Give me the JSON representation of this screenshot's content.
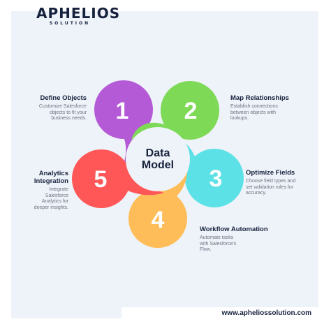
{
  "brand": {
    "name": "APHELIOS",
    "tagline": "SOLUTION"
  },
  "center": {
    "line1": "Data",
    "line2": "Model"
  },
  "steps": [
    {
      "number": "1",
      "title": "Define Objects",
      "description": [
        "Customize Salesforce",
        "objects to fit your",
        "business needs."
      ],
      "color": "#b45ad6"
    },
    {
      "number": "2",
      "title": "Map Relationships",
      "description": [
        "Establish connections",
        "between objects with",
        "lookups."
      ],
      "color": "#7ed957"
    },
    {
      "number": "3",
      "title": "Optimize Fields",
      "description": [
        "Choose field types and",
        "set validation rules for",
        "accuracy."
      ],
      "color": "#5ce1e6"
    },
    {
      "number": "4",
      "title": "Workflow Automation",
      "description": [
        "Automate tasks",
        "with Salesforce's",
        "Flow."
      ],
      "color": "#ffbd59"
    },
    {
      "number": "5",
      "title": [
        "Analytics",
        "Integration"
      ],
      "description": [
        "Integrate",
        "Salesforce",
        "Analytics for",
        "deeper insights."
      ],
      "color": "#ff5757"
    }
  ],
  "footer": {
    "url": "www.apheliossolution.com"
  }
}
